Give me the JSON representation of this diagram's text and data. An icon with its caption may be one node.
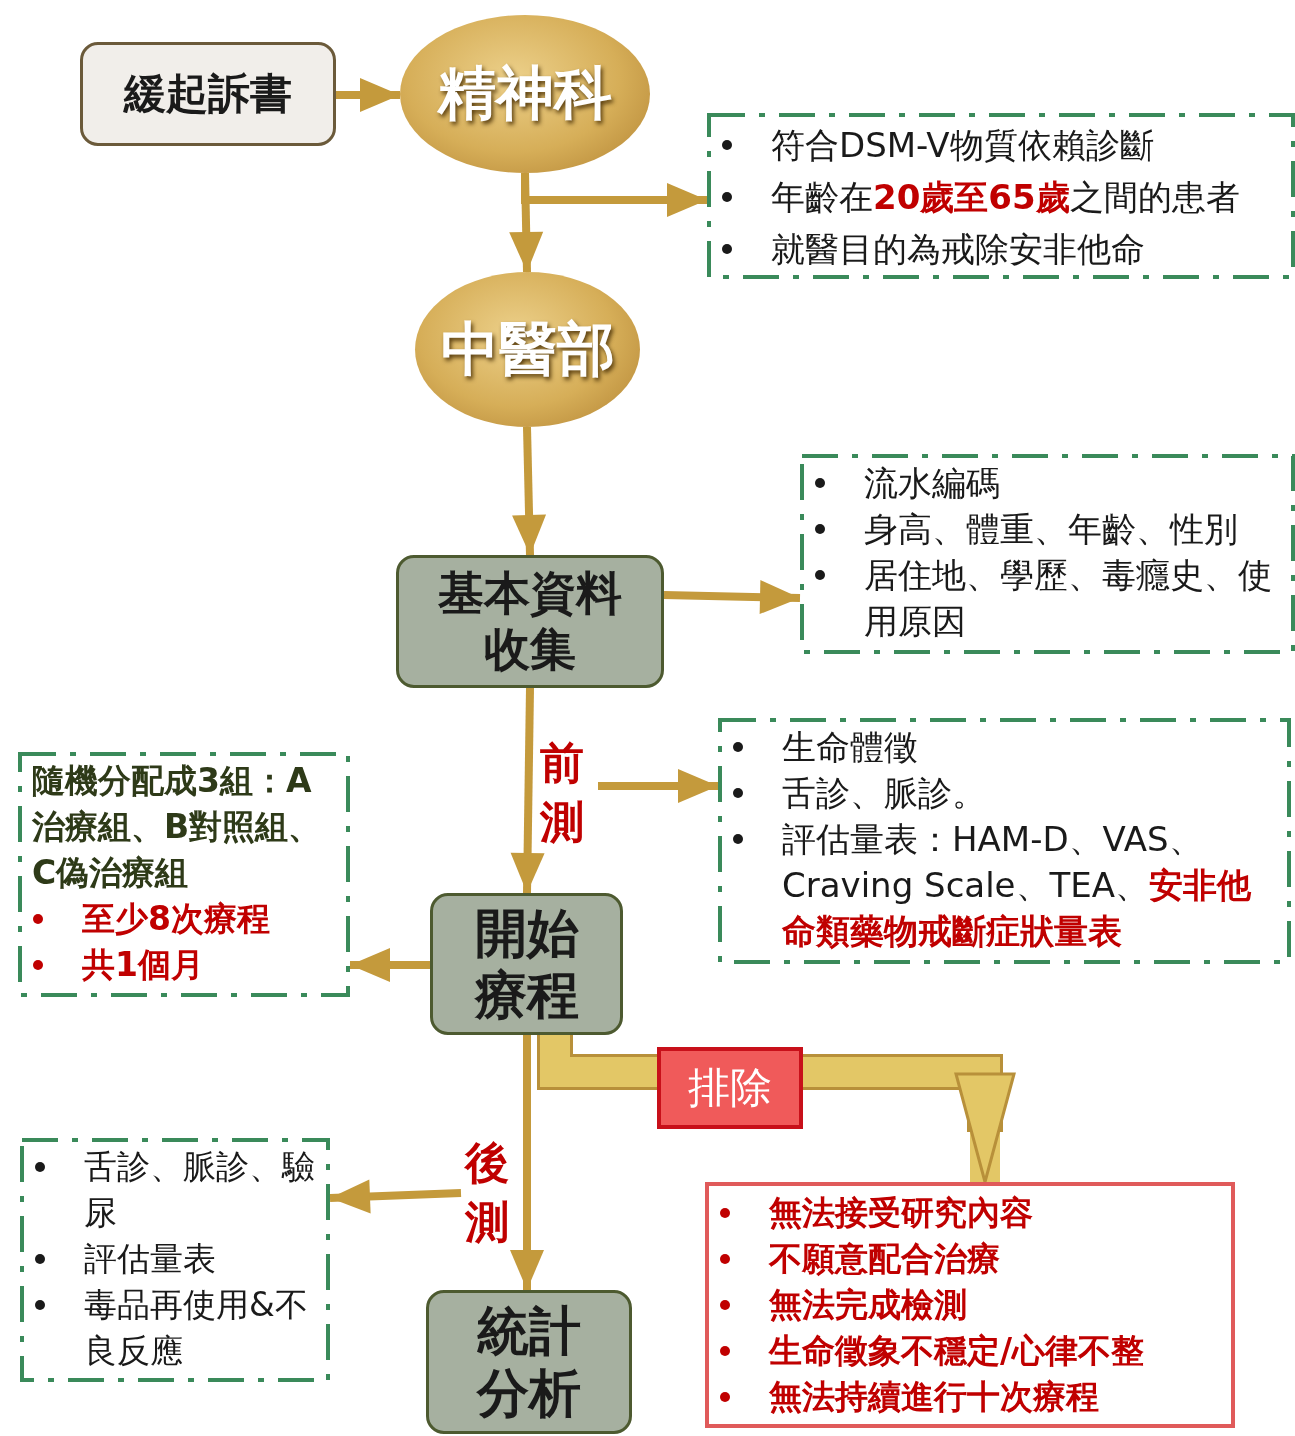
{
  "diagram": {
    "nodes": [
      {
        "text": [
          "緩起訴書"
        ]
      },
      {
        "text": [
          "精神科"
        ]
      },
      {
        "text": [
          "符合DSM-V物質依賴診斷",
          "年齡在**20歲至65歲**之間的患者",
          "就醫目的為戒除安非他命"
        ]
      },
      {
        "text": [
          "中醫部"
        ]
      },
      {
        "text": [
          "基本資料收集"
        ]
      },
      {
        "text": [
          "流水編碼",
          "身高、體重、年齡、性別",
          "居住地、學歷、毒癮史、使用原因"
        ]
      },
      {
        "text": [
          "前測"
        ]
      },
      {
        "text": [
          "生命體徵",
          "舌診、脈診。",
          "評估量表：HAM-D、VAS、Craving Scale、TEA、**安非他命類藥物戒斷症狀量表**"
        ]
      },
      {
        "text": [
          "隨機分配成3組：A治療組、B對照組、C偽治療組",
          "至少8次療程",
          "共1個月"
        ]
      },
      {
        "text": [
          "開始療程"
        ]
      },
      {
        "text": [
          "後測"
        ]
      },
      {
        "text": [
          "舌診、脈診、驗尿",
          "評估量表",
          "毒品再使用&不良反應"
        ]
      },
      {
        "text": [
          "無法接受研究內容",
          "不願意配合治療",
          "無法完成檢測",
          "生命徵象不穩定/心律不整",
          "無法持續進行十次療程"
        ]
      },
      {
        "text": [
          "統計分析"
        ]
      }
    ],
    "edges": [
      {
        "from": 0,
        "to": 1,
        "arrow": "to"
      },
      {
        "from": 1,
        "to": 3,
        "arrow": "to"
      },
      {
        "from": 1,
        "to": 2,
        "arrow": "to"
      },
      {
        "from": 3,
        "to": 4,
        "arrow": "to"
      },
      {
        "from": 4,
        "to": 5,
        "arrow": "to"
      },
      {
        "from": 4,
        "to": 9,
        "arrow": "to"
      },
      {
        "from": 6,
        "to": 7,
        "arrow": "to"
      },
      {
        "from": 9,
        "to": 8,
        "arrow": "to"
      },
      {
        "from": 9,
        "to": 12,
        "arrow": "to",
        "label": "排除",
        "style": "thick",
        "color": "#e3c766"
      },
      {
        "from": 9,
        "to": 13,
        "arrow": "to"
      },
      {
        "from": 10,
        "to": 11,
        "arrow": "to"
      }
    ]
  }
}
